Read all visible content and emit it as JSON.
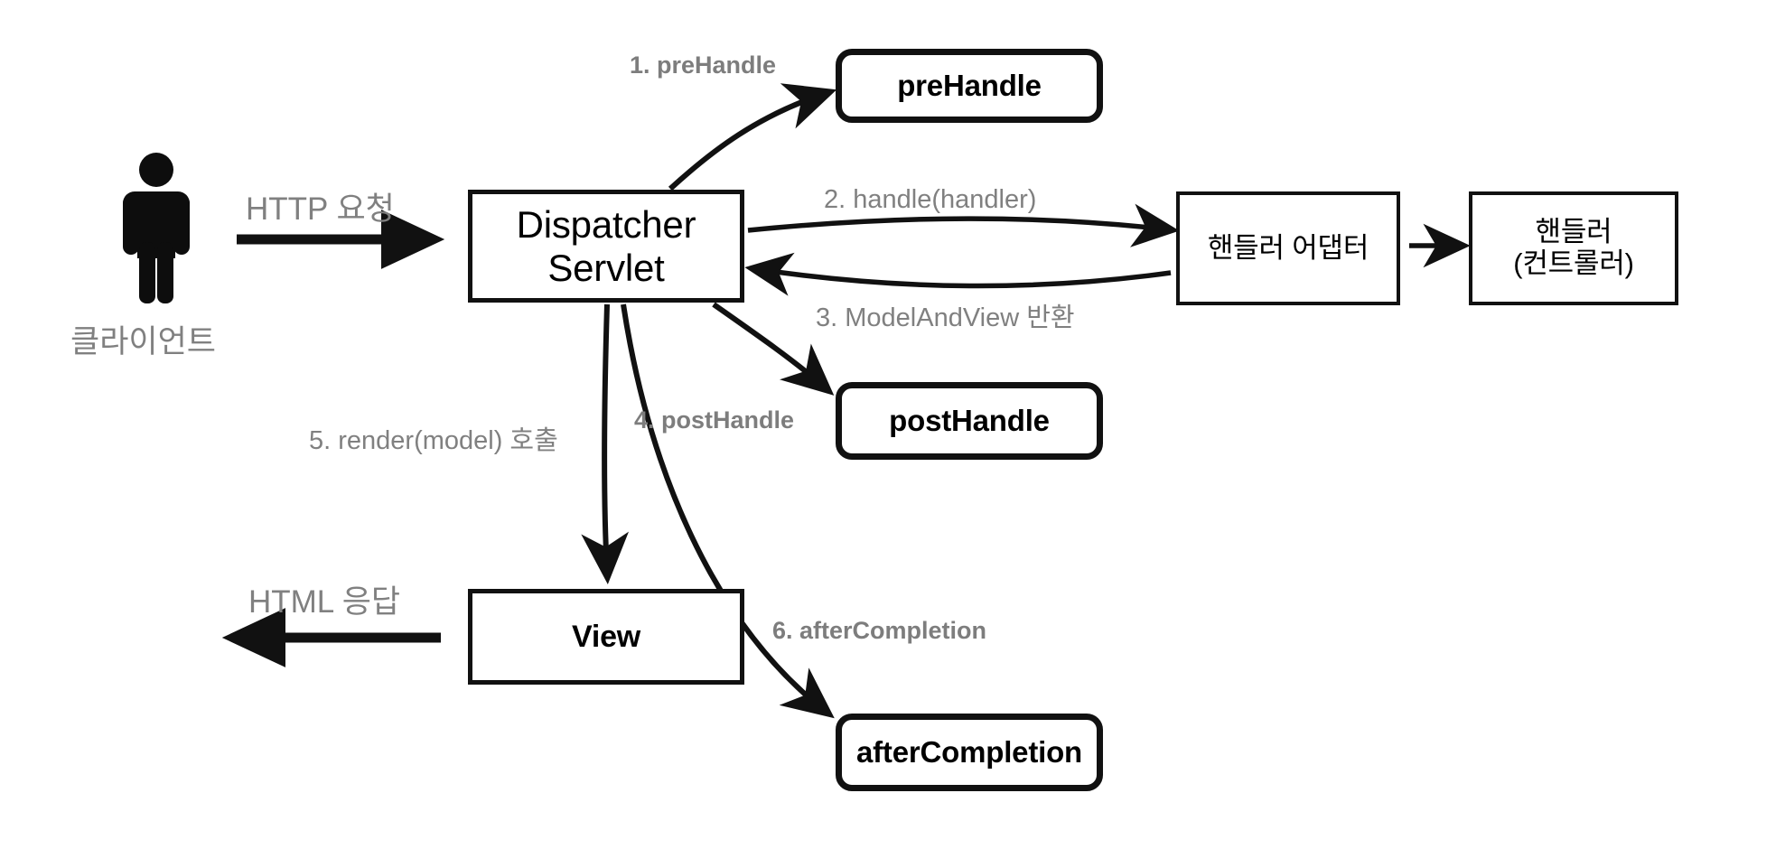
{
  "diagram": {
    "title": "Spring MVC DispatcherServlet interceptor flow",
    "colors": {
      "stroke": "#111111",
      "label_gray": "#808080",
      "background": "#ffffff"
    },
    "actors": {
      "client_label": "클라이언트"
    },
    "nodes": {
      "dispatcher": "Dispatcher\nServlet",
      "dispatcher_line1": "Dispatcher",
      "dispatcher_line2": "Servlet",
      "handler_adapter": "핸들러 어댑터",
      "handler_line1": "핸들러",
      "handler_line2": "(컨트롤러)",
      "view": "View",
      "prehandle": "preHandle",
      "posthandle": "postHandle",
      "aftercompletion": "afterCompletion"
    },
    "edges": {
      "http_request": "HTTP 요청",
      "step1_prehandle": "1. preHandle",
      "step2_handle": "2. handle(handler)",
      "step3_modelandview": "3. ModelAndView 반환",
      "step4_posthandle": "4. postHandle",
      "step5_render": "5. render(model) 호출",
      "step6_aftercompletion": "6. afterCompletion",
      "html_response": "HTML 응답"
    }
  }
}
